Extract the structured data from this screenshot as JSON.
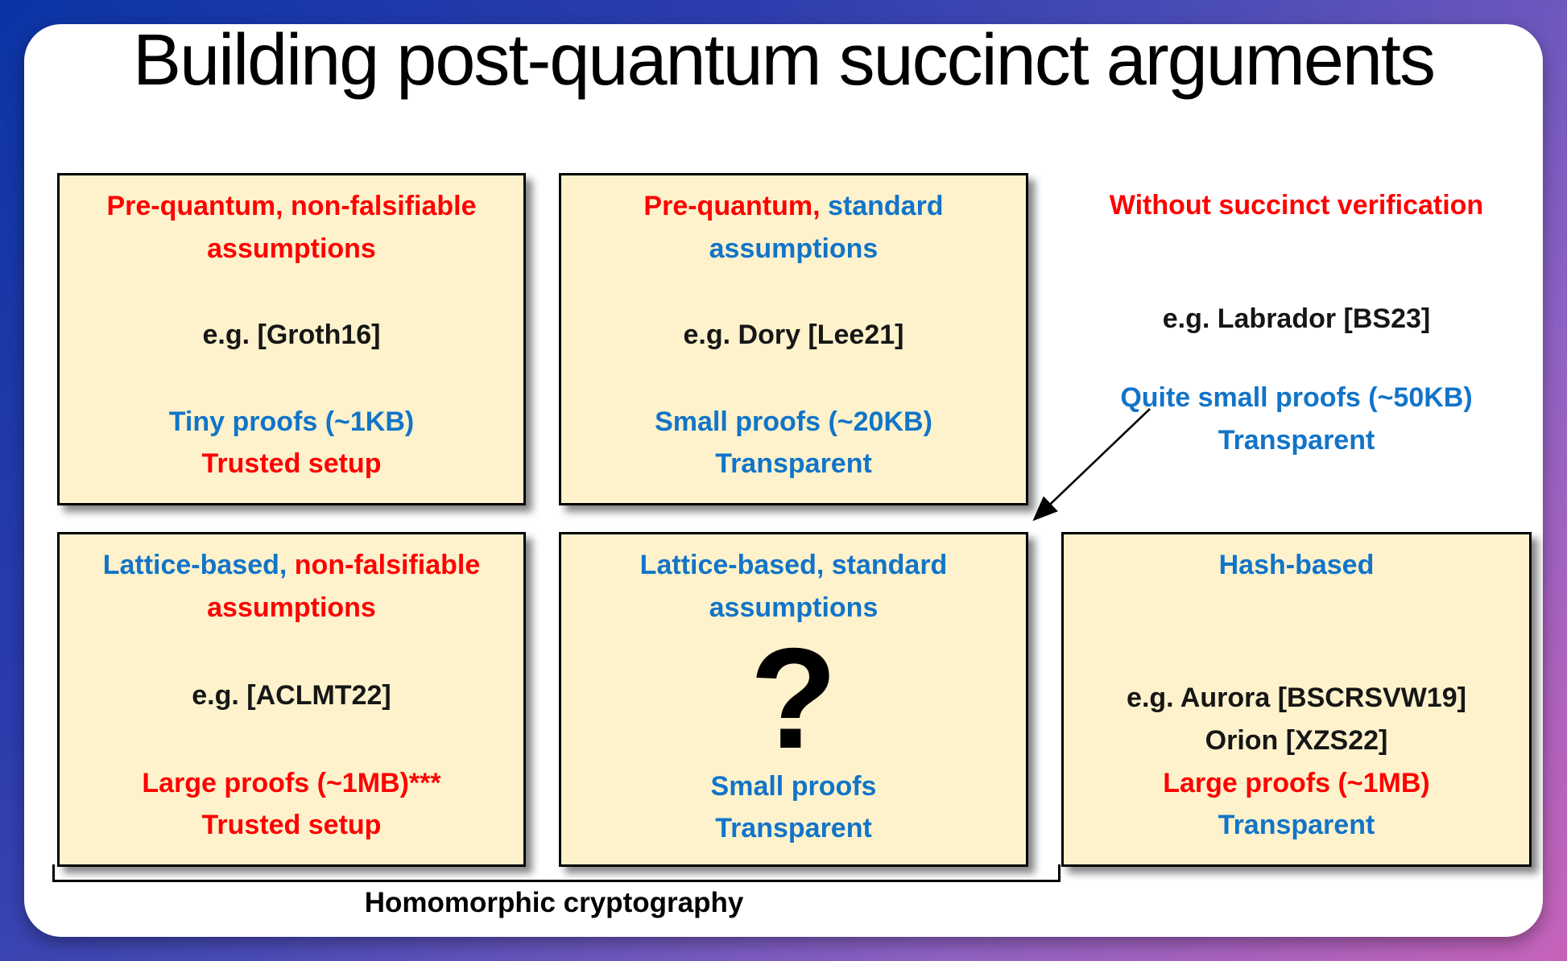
{
  "colors": {
    "red": "#ff0000",
    "blue": "#1274c8",
    "black": "#161616"
  },
  "title": "Building post-quantum succinct arguments",
  "cells": {
    "pre_quantum_nonfalsifiable": {
      "heading": [
        [
          {
            "t": "Pre-quantum, non-falsifiable",
            "c": "red"
          }
        ],
        [
          {
            "t": "assumptions",
            "c": "red"
          }
        ]
      ],
      "example": [
        [
          {
            "t": "e.g. [Groth16]",
            "c": "black"
          }
        ]
      ],
      "footer": [
        [
          {
            "t": "Tiny proofs (~1KB)",
            "c": "blue"
          }
        ],
        [
          {
            "t": "Trusted setup",
            "c": "red"
          }
        ]
      ]
    },
    "pre_quantum_standard": {
      "heading": [
        [
          {
            "t": "Pre-quantum,",
            "c": "red"
          },
          {
            "t": " standard",
            "c": "blue"
          }
        ],
        [
          {
            "t": "assumptions",
            "c": "blue"
          }
        ]
      ],
      "example": [
        [
          {
            "t": "e.g. Dory [Lee21]",
            "c": "black"
          }
        ]
      ],
      "footer": [
        [
          {
            "t": "Small proofs (~20KB)",
            "c": "blue"
          }
        ],
        [
          {
            "t": "Transparent",
            "c": "blue"
          }
        ]
      ]
    },
    "without_succinct_verification": {
      "heading": [
        [
          {
            "t": "Without succinct verification",
            "c": "red"
          }
        ]
      ],
      "example": [
        [
          {
            "t": "e.g. Labrador [BS23]",
            "c": "black"
          }
        ]
      ],
      "footer": [
        [
          {
            "t": "Quite small proofs (~50KB)",
            "c": "blue"
          }
        ],
        [
          {
            "t": "Transparent",
            "c": "blue"
          }
        ]
      ]
    },
    "lattice_nonfalsifiable": {
      "heading": [
        [
          {
            "t": "Lattice-based,",
            "c": "blue"
          },
          {
            "t": " non-falsifiable",
            "c": "red"
          }
        ],
        [
          {
            "t": "assumptions",
            "c": "red"
          }
        ]
      ],
      "example": [
        [
          {
            "t": "e.g. [ACLMT22]",
            "c": "black"
          }
        ]
      ],
      "footer": [
        [
          {
            "t": "Large proofs (~1MB)***",
            "c": "red"
          }
        ],
        [
          {
            "t": "Trusted setup",
            "c": "red"
          }
        ]
      ]
    },
    "lattice_standard": {
      "heading": [
        [
          {
            "t": "Lattice-based, standard",
            "c": "blue"
          }
        ],
        [
          {
            "t": "assumptions",
            "c": "blue"
          }
        ]
      ],
      "big_mark": "?",
      "footer": [
        [
          {
            "t": "Small proofs",
            "c": "blue"
          }
        ],
        [
          {
            "t": "Transparent",
            "c": "blue"
          }
        ]
      ]
    },
    "hash_based": {
      "heading": [
        [
          {
            "t": "Hash-based",
            "c": "blue"
          }
        ]
      ],
      "footer": [
        [
          {
            "t": "e.g. Aurora [BSCRSVW19]",
            "c": "black"
          }
        ],
        [
          {
            "t": "Orion [XZS22]",
            "c": "black"
          }
        ],
        [
          {
            "t": "Large proofs (~1MB)",
            "c": "red"
          }
        ],
        [
          {
            "t": "Transparent",
            "c": "blue"
          }
        ]
      ]
    }
  },
  "bracket_label": "Homomorphic cryptography"
}
